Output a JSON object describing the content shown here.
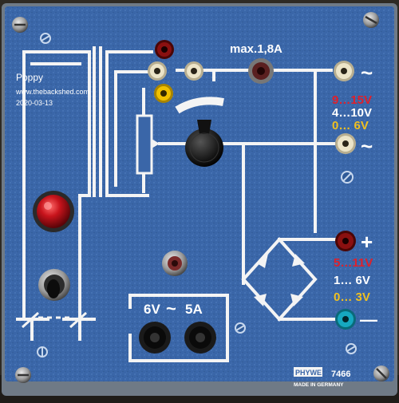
{
  "watermark": {
    "name": "Poppy",
    "site": "www.thebackshed.com",
    "date": "2020-03-13"
  },
  "panel": {
    "max_current": "max.1,8A",
    "ac_symbol": "~",
    "ac_range_1": "9…15V",
    "ac_range_2": "4…10V",
    "ac_range_3": "0…  6V",
    "plus_symbol": "+",
    "minus_symbol": "—",
    "dc_range_1": "5…11V",
    "dc_range_2": "1…  6V",
    "dc_range_3": "0…  3V",
    "lamp_output_left": "6V",
    "lamp_output_tilde": "~",
    "lamp_output_right": "5A",
    "brand": "PHYWE",
    "model": "7466",
    "made_in": "MADE IN GERMANY"
  },
  "colors": {
    "panel_blue": "#3a66a8",
    "range_red": "#e0202a",
    "range_yellow": "#f0c020",
    "socket_red": "#8a1010",
    "socket_yellow": "#f0c000",
    "socket_cream": "#ece4c8",
    "socket_cyan": "#16a8c0"
  },
  "icons": [
    "screw-icon",
    "power-lamp-icon",
    "toggle-switch-icon",
    "selector-knob-icon",
    "diode-bridge-icon",
    "potentiometer-icon"
  ]
}
